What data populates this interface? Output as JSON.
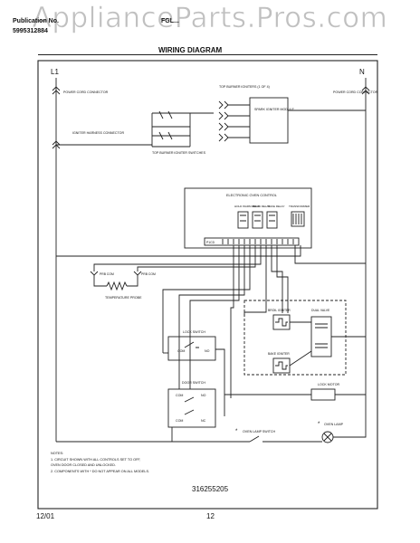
{
  "watermark": "ApplianceParts.Pros.com",
  "header": {
    "pub_label": "Publication No.",
    "pub_number": "5995312884",
    "model_fragment": "FGL..."
  },
  "title": "WIRING DIAGRAM",
  "lines": {
    "left": "L1",
    "right": "N"
  },
  "labels": {
    "power_cord_left": "POWER CORD CONNECTOR",
    "power_cord_right": "POWER CORD CONNECTOR",
    "top_burner_igniters": "TOP BURNER IGNITERS (1 OF 4)",
    "spark_module": "SPARK IGNITER MODULE",
    "igniter_harness": "IGNITER HARNESS CONNECTOR",
    "top_burner_switches": "TOP BURNER IGNITER SWITCHES",
    "eoc": "ELECTRONIC OVEN CONTROL",
    "relay_1": "HOLD WARM RELAY",
    "relay_2": "BROIL RELAY",
    "relay_3": "BAKE RELAY",
    "transformer": "TRANSFORMER",
    "terminal_strip": "P1CD",
    "probe_com": "PRB COM",
    "probe_sig": "PRB COM",
    "temp_probe": "TEMPERATURE PROBE",
    "lock_switch": "LOCK SWITCH",
    "com": "COM",
    "no": "NO",
    "nc": "NC",
    "door_switch": "DOOR SWITCH",
    "broil_igniter": "BROIL IGNITER",
    "bake_igniter": "BAKE IGNITER",
    "dual_valve": "DUAL VALVE",
    "lock_motor": "LOCK MOTOR",
    "oven_lamp_switch": "OVEN LAMP SWITCH",
    "oven_lamp": "OVEN LAMP",
    "star": "*"
  },
  "notes": [
    "NOTES:",
    "1.  CIRCUIT SHOWN WITH ALL CONTROLS SET TO OFF,",
    "    OVEN DOOR CLOSED AND UNLOCKED.",
    "2.  COMPONENTS WITH * DO NOT APPEAR ON ALL MODELS."
  ],
  "part_number": "316255205",
  "footer": {
    "date": "12/01",
    "page": "12"
  }
}
